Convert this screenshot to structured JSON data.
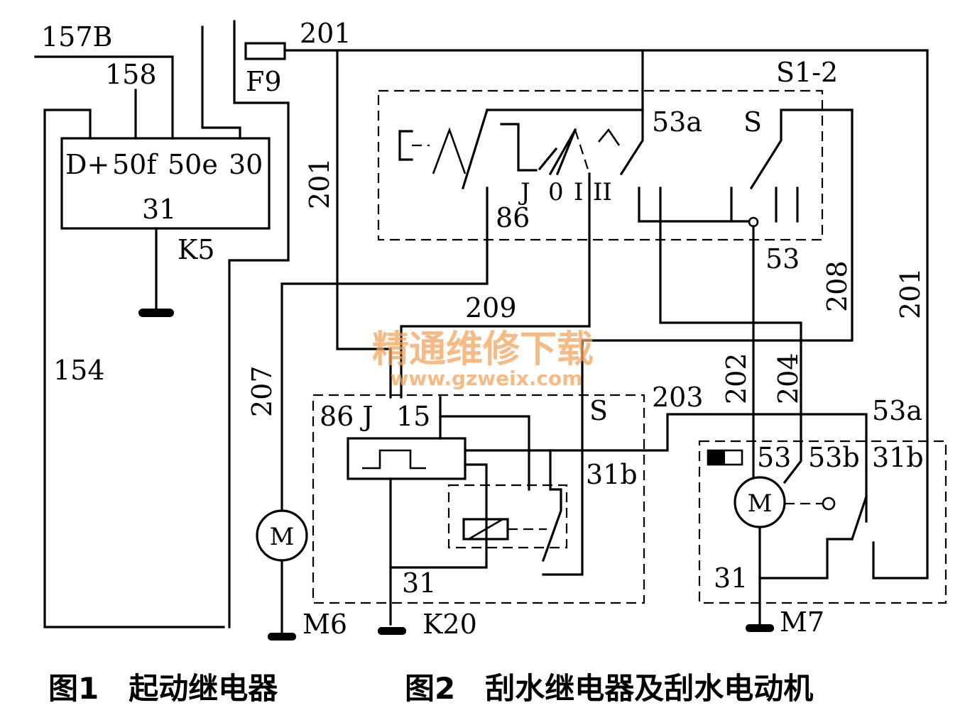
{
  "labels": {
    "l157b": "157B",
    "l158": "158",
    "dplus": "D+",
    "l50f": "50f",
    "l50e": "50e",
    "l30": "30",
    "k5_31": "31",
    "k5": "K5",
    "l154": "154",
    "f9": "F9",
    "w201_top": "201",
    "w201_left": "201",
    "w201_right": "201",
    "s12": "S1-2",
    "s53a": "53a",
    "sS": "S",
    "sJ": "J",
    "s0": "0",
    "sI": "I",
    "sII": "II",
    "l86": "86",
    "l53": "53",
    "l208": "208",
    "l209": "209",
    "l207": "207",
    "l202": "202",
    "l204": "204",
    "l203": "203",
    "k20_86J": "86 J",
    "k20_15": "15",
    "k20_S": "S",
    "k20_31b": "31b",
    "k20_31": "31",
    "k20": "K20",
    "m7_53a": "53a",
    "m7_53": "53",
    "m7_53b": "53b",
    "m7_31b": "31b",
    "m7_31": "31",
    "m6": "M6",
    "m7": "M7",
    "motor_m6": "M",
    "motor_m7": "M"
  },
  "watermark": {
    "cn": "精通维修下载",
    "url": "www.gzweix.com"
  },
  "captions": {
    "fig1": "图1　起动继电器",
    "fig2": "图2　刮水继电器及刮水电动机"
  }
}
